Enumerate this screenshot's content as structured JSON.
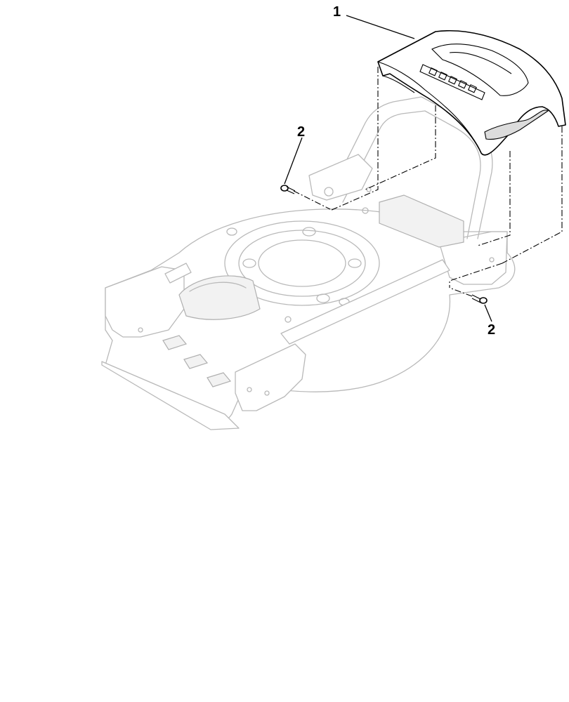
{
  "callouts": [
    {
      "id": "part-1",
      "label": "1"
    },
    {
      "id": "part-2-left",
      "label": "2"
    },
    {
      "id": "part-2-right",
      "label": "2"
    }
  ]
}
